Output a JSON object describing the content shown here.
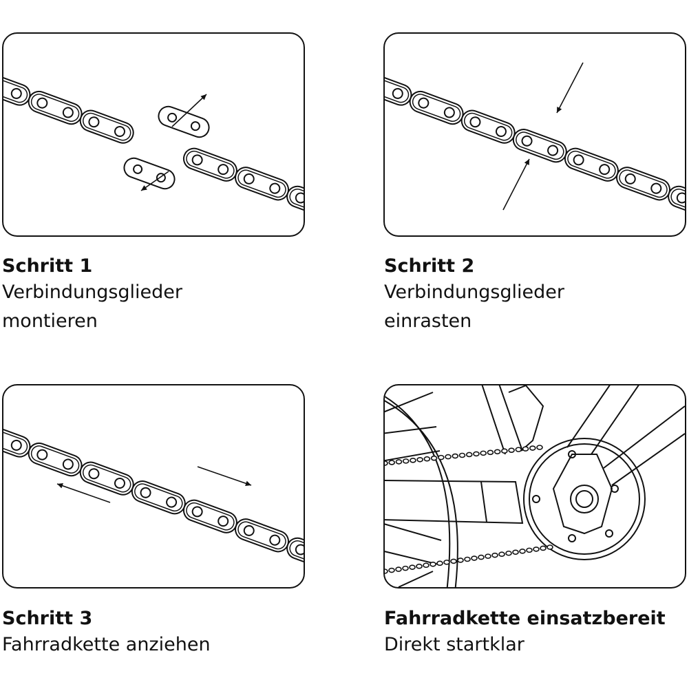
{
  "steps": [
    {
      "title": "Schritt 1",
      "lines": [
        "Verbindungsglieder",
        "montieren"
      ],
      "illustration": "chain-connecting-link-icon"
    },
    {
      "title": "Schritt 2",
      "lines": [
        "Verbindungsglieder",
        "einrasten"
      ],
      "illustration": "chain-snap-icon"
    },
    {
      "title": "Schritt 3",
      "lines": [
        "Fahrradkette anziehen"
      ],
      "illustration": "chain-tension-icon"
    },
    {
      "title": "Fahrradkette einsatzbereit",
      "lines": [
        "Direkt startklar"
      ],
      "illustration": "bike-drivetrain-icon"
    }
  ],
  "colors": {
    "line": "#111111",
    "background": "#ffffff"
  }
}
